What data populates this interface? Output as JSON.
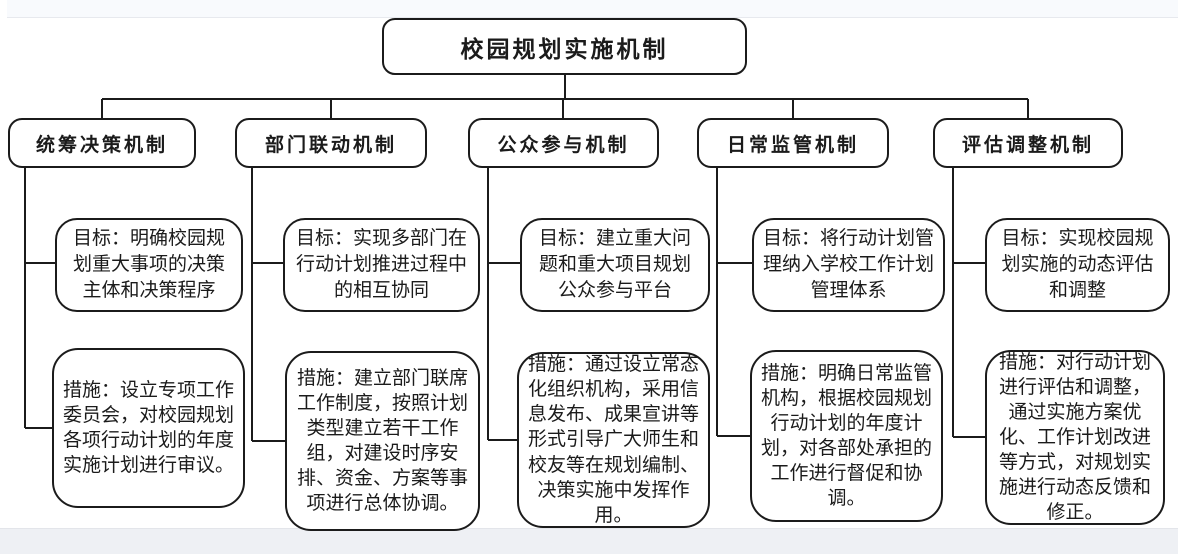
{
  "window": {
    "top_bar_color": "#f8fafd",
    "bottom_bar_color": "#eef0f4",
    "canvas_color": "#ffffff",
    "line_color": "#1b1b1b"
  },
  "diagram": {
    "title": "校园规划实施机制",
    "columns": [
      {
        "mechanism": "统筹决策机制",
        "goal": "目标：明确校园规划重大事项的决策主体和决策程序",
        "measure": "措施：设立专项工作委员会，对校园规划各项行动计划的年度实施计划进行审议。"
      },
      {
        "mechanism": "部门联动机制",
        "goal": "目标：实现多部门在行动计划推进过程中的相互协同",
        "measure": "措施：建立部门联席工作制度，按照计划类型建立若干工作组，对建设时序安排、资金、方案等事项进行总体协调。"
      },
      {
        "mechanism": "公众参与机制",
        "goal": "目标：建立重大问题和重大项目规划公众参与平台",
        "measure": "措施：通过设立常态化组织机构，采用信息发布、成果宣讲等形式引导广大师生和校友等在规划编制、决策实施中发挥作用。"
      },
      {
        "mechanism": "日常监管机制",
        "goal": "目标：将行动计划管理纳入学校工作计划管理体系",
        "measure": "措施：明确日常监管机构，根据校园规划行动计划的年度计划，对各部处承担的工作进行督促和协调。"
      },
      {
        "mechanism": "评估调整机制",
        "goal": "目标：实现校园规划实施的动态评估和调整",
        "measure": "措施：对行动计划进行评估和调整，通过实施方案优化、工作计划改进等方式，对规划实施进行动态反馈和修正。"
      }
    ]
  }
}
